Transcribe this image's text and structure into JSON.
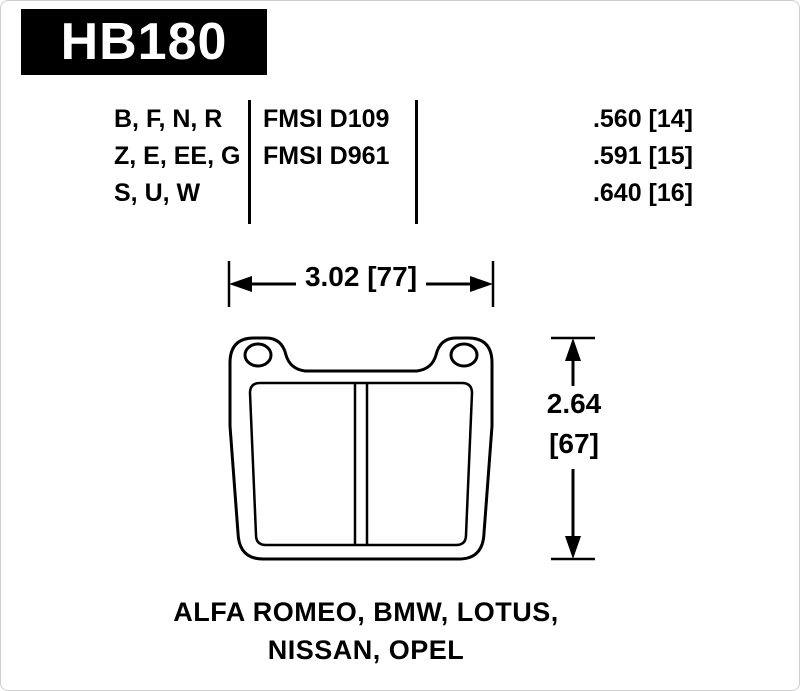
{
  "header": {
    "part_number": "HB180"
  },
  "spec_table": {
    "compound_rows": [
      "B, F, N, R",
      "Z, E, EE, G",
      "S, U, W"
    ],
    "fmsi_rows": [
      "FMSI D109",
      "FMSI D961"
    ],
    "pad_thickness_rows": [
      ".560 [14]",
      ".591 [15]",
      ".640 [16]"
    ]
  },
  "drawing": {
    "width_dim": "3.02 [77]",
    "height_dim_line1": "2.64",
    "height_dim_line2": "[67]"
  },
  "applications": {
    "line1": "ALFA ROMEO, BMW, LOTUS,",
    "line2": "NISSAN, OPEL"
  },
  "colors": {
    "ink": "#000000",
    "background": "#ffffff",
    "header_bg": "#000000",
    "header_text": "#ffffff"
  }
}
